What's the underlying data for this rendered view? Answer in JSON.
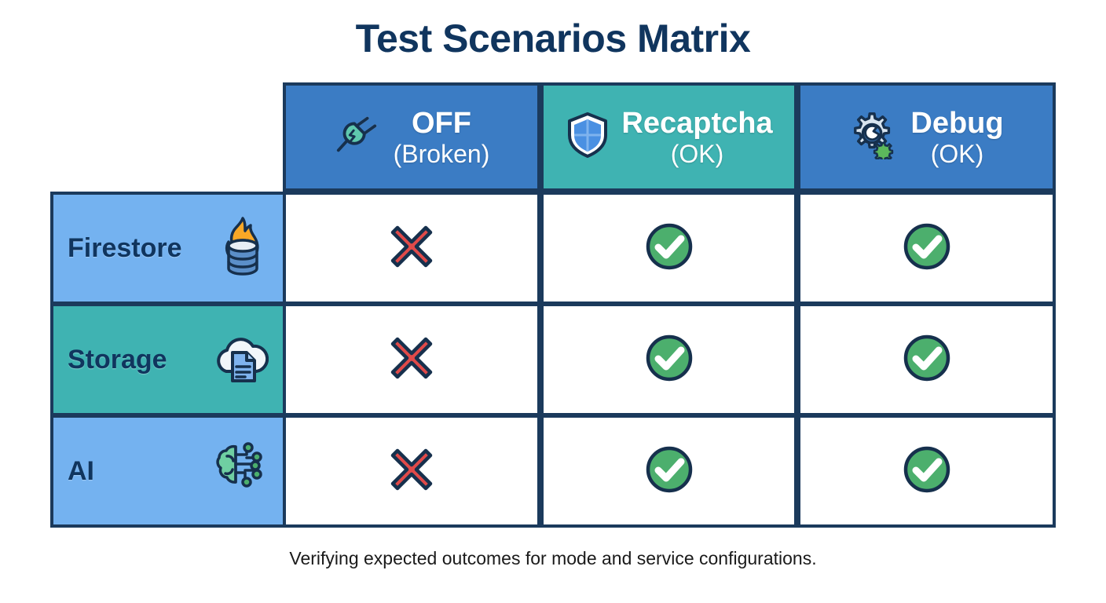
{
  "title": "Test Scenarios Matrix",
  "caption": "Verifying expected outcomes for mode and service configurations.",
  "colors": {
    "title_navy": "#10355e",
    "border_navy": "#1b3a5c",
    "header_blue": "#3b7cc4",
    "header_teal": "#3fb3b2",
    "row_light_blue": "#74b2f0",
    "row_teal": "#3fb3b2",
    "check_green": "#4caf6d",
    "cross_red": "#e04a49",
    "cell_white": "#ffffff"
  },
  "columns": [
    {
      "id": "off",
      "main": "OFF",
      "sub": "(Broken)",
      "icon": "plug-icon",
      "bg": "#3b7cc4"
    },
    {
      "id": "recaptcha",
      "main": "Recaptcha",
      "sub": "(OK)",
      "icon": "shield-icon",
      "bg": "#3fb3b2"
    },
    {
      "id": "debug",
      "main": "Debug",
      "sub": "(OK)",
      "icon": "gear-wrench-icon",
      "bg": "#3b7cc4"
    }
  ],
  "rows": [
    {
      "id": "firestore",
      "label": "Firestore",
      "icon": "flame-database-icon",
      "bg": "#74b2f0"
    },
    {
      "id": "storage",
      "label": "Storage",
      "icon": "cloud-document-icon",
      "bg": "#3fb3b2"
    },
    {
      "id": "ai",
      "label": "AI",
      "icon": "brain-circuit-icon",
      "bg": "#74b2f0"
    }
  ],
  "cells": [
    [
      {
        "status": "fail",
        "mark": "cross-mark-icon"
      },
      {
        "status": "pass",
        "mark": "check-mark-icon"
      },
      {
        "status": "pass",
        "mark": "check-mark-icon"
      }
    ],
    [
      {
        "status": "fail",
        "mark": "cross-mark-icon"
      },
      {
        "status": "pass",
        "mark": "check-mark-icon"
      },
      {
        "status": "pass",
        "mark": "check-mark-icon"
      }
    ],
    [
      {
        "status": "fail",
        "mark": "cross-mark-icon"
      },
      {
        "status": "pass",
        "mark": "check-mark-icon"
      },
      {
        "status": "pass",
        "mark": "check-mark-icon"
      }
    ]
  ]
}
